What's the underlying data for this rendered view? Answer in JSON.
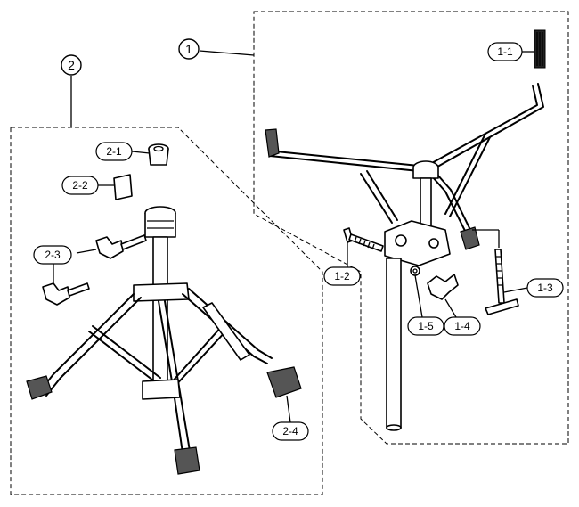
{
  "groups": {
    "group_1": "1",
    "group_2": "2"
  },
  "parts": {
    "p1_1": "1-1",
    "p1_2": "1-2",
    "p1_3": "1-3",
    "p1_4": "1-4",
    "p1_5": "1-5",
    "p2_1": "2-1",
    "p2_2": "2-2",
    "p2_3": "2-3",
    "p2_4": "2-4"
  }
}
